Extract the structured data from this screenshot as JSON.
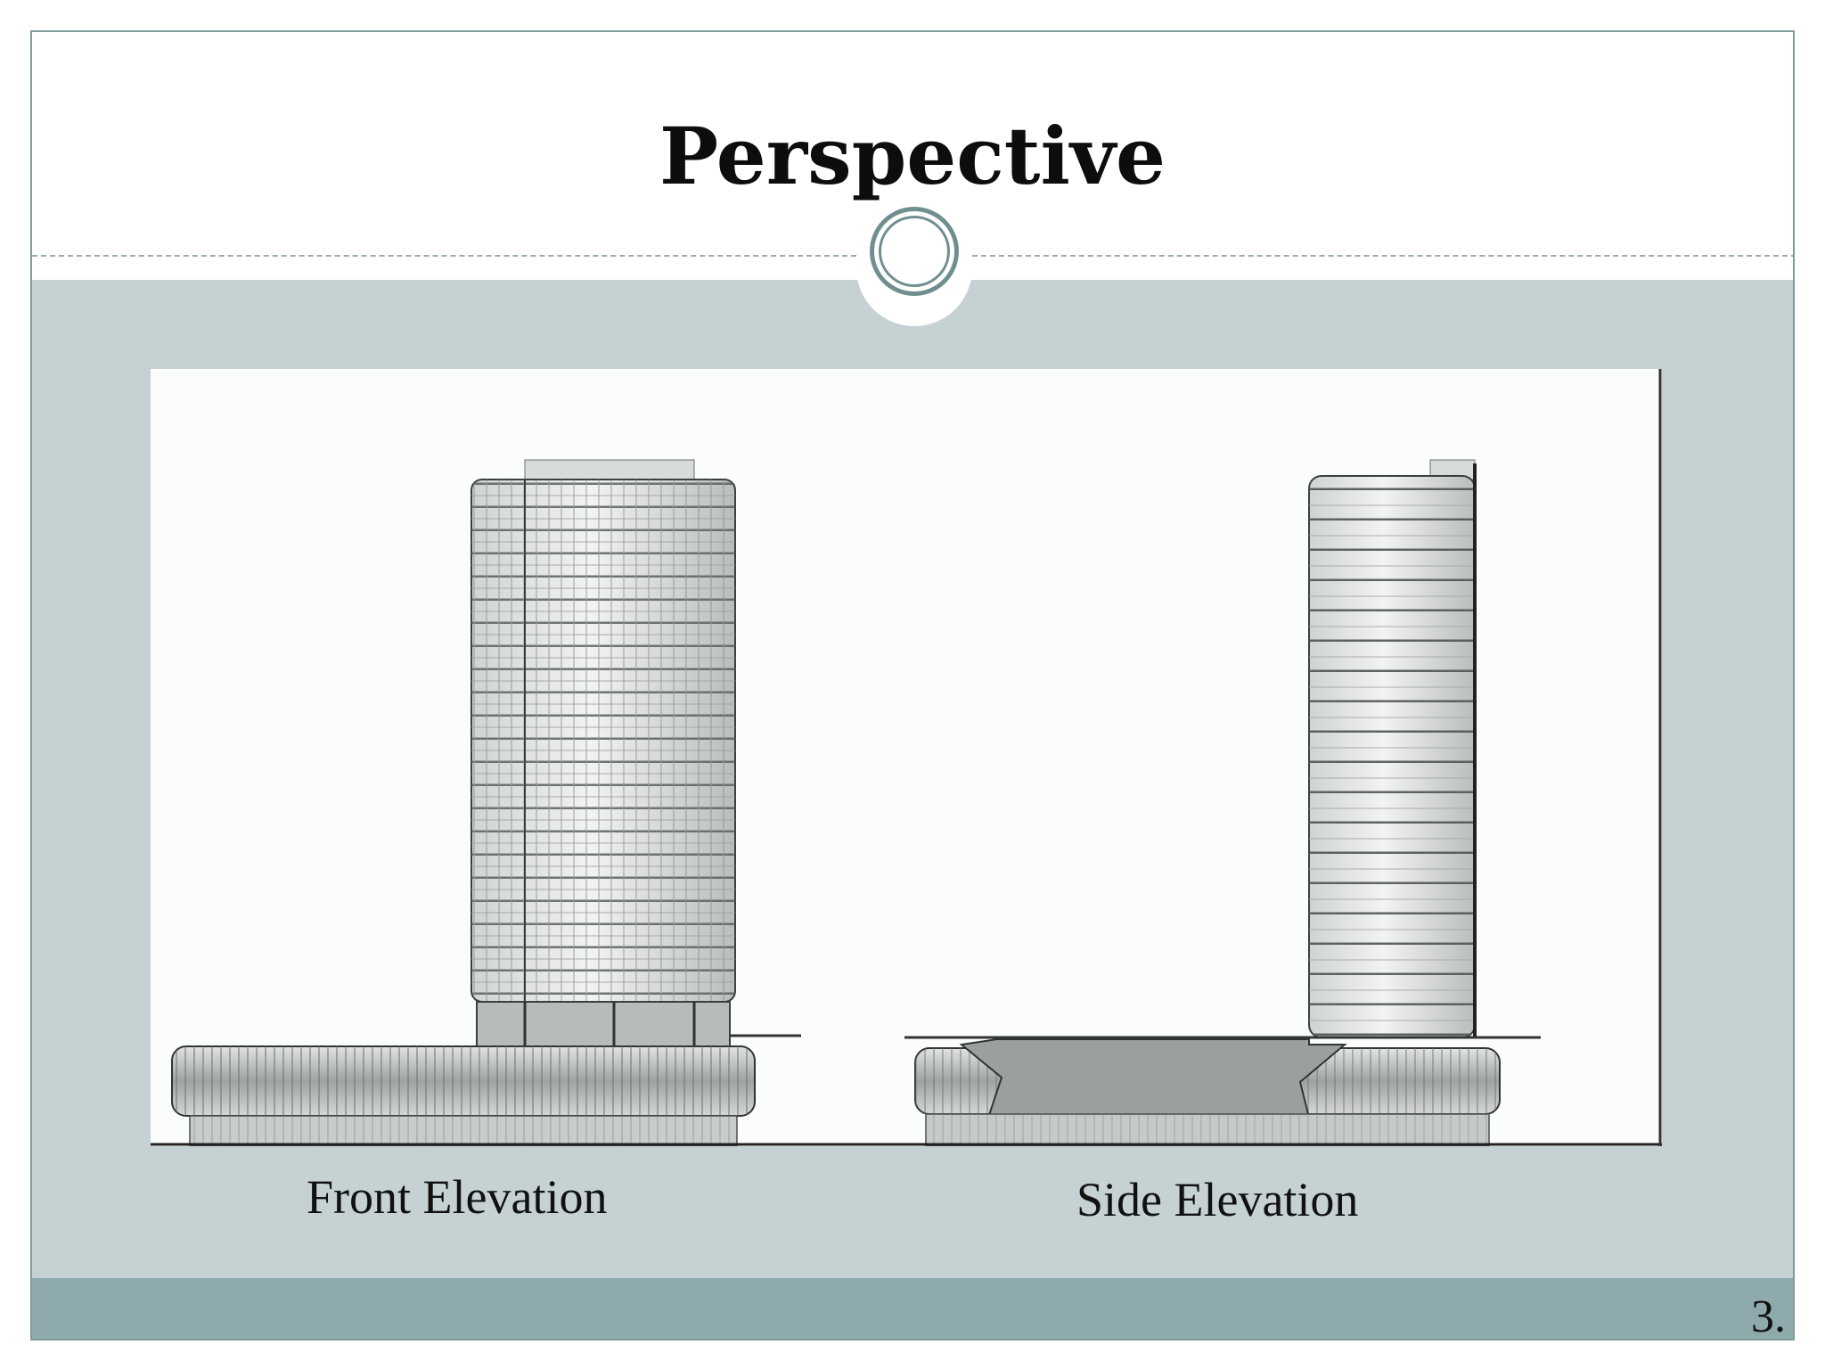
{
  "slide": {
    "title": "Perspective",
    "captions": {
      "front": "Front Elevation",
      "side": "Side Elevation"
    },
    "page_number": "3.",
    "colors": {
      "band": "#c5d1d3",
      "footer": "#8eaaad",
      "accent": "#6f8e8f",
      "drawing_line": "#3a3a3a"
    }
  }
}
